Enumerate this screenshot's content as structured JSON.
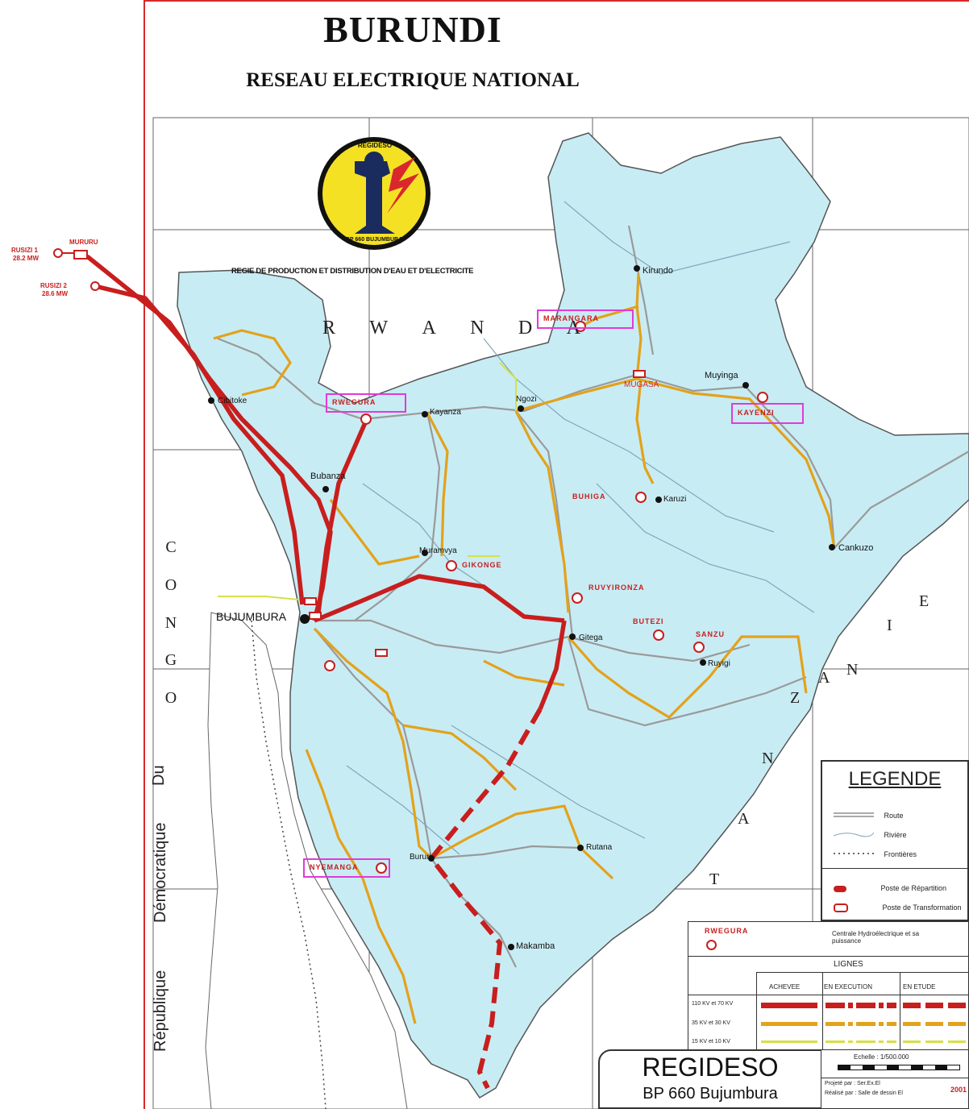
{
  "header": {
    "title": "BURUNDI",
    "subtitle": "RESEAU ELECTRIQUE NATIONAL"
  },
  "logo": {
    "ring_text_top": "REGIDESO",
    "ring_text_bottom": "BP 660 BUJUMBURA"
  },
  "regie_text": "REGIE DE PRODUCTION ET DISTRIBUTION D'EAU ET D'ELECTRICITE",
  "countries": {
    "rwanda": [
      "R",
      "W",
      "A",
      "N",
      "D",
      "A"
    ],
    "congo": [
      "C",
      "O",
      "N",
      "G",
      "O"
    ],
    "tanzanie": [
      "T",
      "A",
      "N",
      "Z",
      "A",
      "N",
      "I",
      "E"
    ],
    "rdc_vertical": [
      "République",
      "Démocratique",
      "Du"
    ]
  },
  "plants_outside": {
    "mururu": "MURURU",
    "rusizi1": "RUSIZI 1",
    "rusizi1_power": "28.2 MW",
    "rusizi2": "RUSIZI 2",
    "rusizi2_power": "28.6 MW"
  },
  "cities": {
    "kirundo": "Kirundo",
    "muyinga": "Muyinga",
    "ngozi": "Ngozi",
    "kayanza": "Kayanza",
    "cibitoke": "Cibitoke",
    "bubanza": "Bubanza",
    "muramvya": "Muramvya",
    "bujumbura": "BUJUMBURA",
    "gitega": "Gitega",
    "karuzi": "Karuzi",
    "cankuzo": "Cankuzo",
    "ruyigi": "Ruyigi",
    "rutana": "Rutana",
    "bururi": "Bururi",
    "makamba": "Makamba",
    "mugasa": "MUGASA",
    "gikonge": "GIKONGE"
  },
  "hydro_boxes": [
    {
      "name": "MARANGARA"
    },
    {
      "name": "RWEGURA"
    },
    {
      "name": "KAYENZI"
    },
    {
      "name": "NYEMANGA"
    }
  ],
  "hydro_labels": {
    "buhiga": "BUHIGA",
    "gikonge": "GIKONGE",
    "ruvyironza": "RUVYIRONZA",
    "butezi": "BUTEZI",
    "sanzu": "SANZU"
  },
  "legend": {
    "title": "LEGENDE",
    "route": "Route",
    "riviere": "Rivière",
    "frontieres": "Frontières",
    "poste_repartition": "Poste de Répartition",
    "poste_transformation": "Poste de Transformation",
    "centrale_sample": "RWEGURA",
    "centrale_desc": "Centrale Hydroélectrique et sa puissance"
  },
  "lines_table": {
    "title": "LIGNES",
    "columns": [
      "ACHEVEE",
      "EN EXECUTION",
      "EN ETUDE"
    ],
    "rows": [
      "110 KV et 70 KV",
      "35 KV et 30 KV",
      "15 KV et 10 KV"
    ],
    "colors": {
      "hv": "#d8282d",
      "mv": "#e3a21a",
      "lv": "#e8e34a"
    }
  },
  "footer": {
    "org": "REGIDESO",
    "address": "BP 660 Bujumbura",
    "scale": "Echelle : 1/500.000",
    "projete": "Projeté par : Ser.Ex.El",
    "realise": "Réalisé par : Salle de dessin El",
    "year": "2001"
  },
  "colors": {
    "land": "#c8ecf4",
    "water": "#ffffff",
    "hv_line": "#c81e1e",
    "mv_line": "#e3a21a",
    "road": "#9a9a9a",
    "border": "#d8282d"
  }
}
